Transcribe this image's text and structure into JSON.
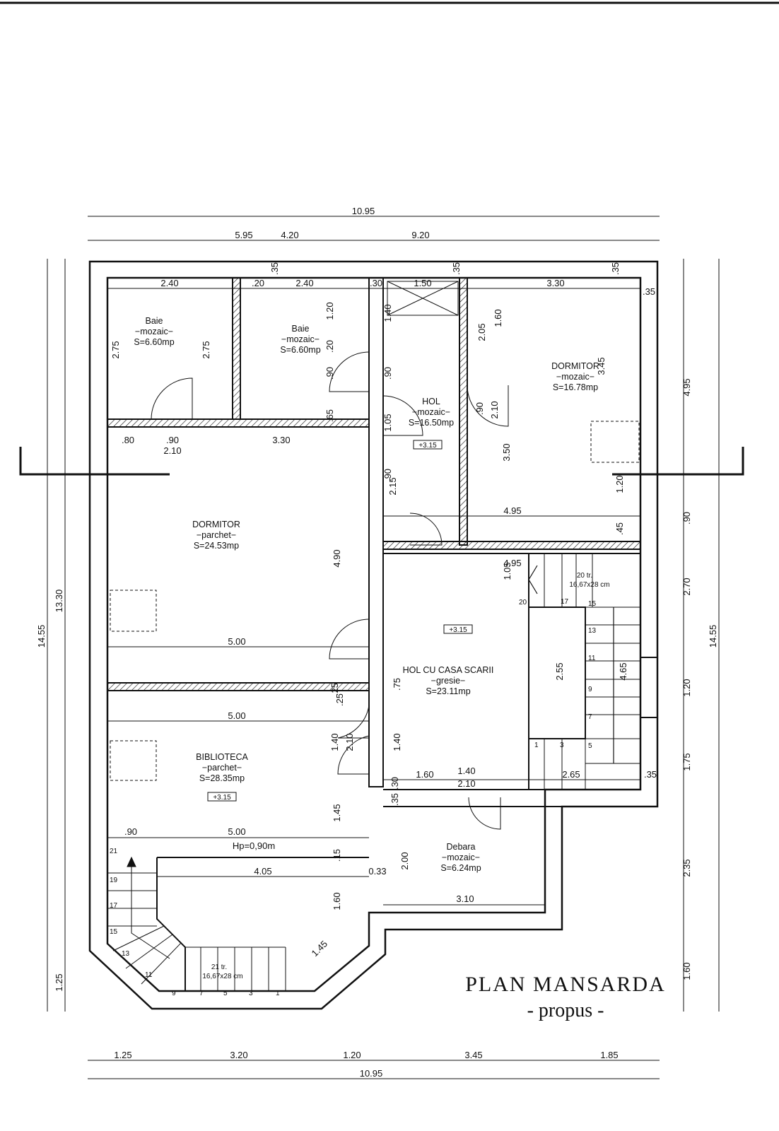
{
  "drawing": {
    "title": "PLAN  MANSARDA",
    "subtitle": "- propus -"
  },
  "rooms": [
    {
      "name": "Baie",
      "finish": "−mozaic−",
      "area": "S=6.60mp"
    },
    {
      "name": "Baie",
      "finish": "−mozaic−",
      "area": "S=6.60mp"
    },
    {
      "name": "HOL",
      "finish": "−mozaic−",
      "area": "S=16.50mp"
    },
    {
      "name": "DORMITOR",
      "finish": "−mozaic−",
      "area": "S=16.78mp"
    },
    {
      "name": "DORMITOR",
      "finish": "−parchet−",
      "area": "S=24.53mp"
    },
    {
      "name": "HOL  CU  CASA  SCARII",
      "finish": "−gresie−",
      "area": "S=23.11mp"
    },
    {
      "name": "BIBLIOTECA",
      "finish": "−parchet−",
      "area": "S=28.35mp"
    },
    {
      "name": "Debara",
      "finish": "−mozaic−",
      "area": "S=6.24mp"
    }
  ],
  "levels": [
    "+3.15",
    "+3.15",
    "+3.15"
  ],
  "stairs": [
    {
      "steps": "20  tr.",
      "size": "16,67x28  cm"
    },
    {
      "steps": "21  tr.",
      "size": "16,67x28  cm"
    }
  ],
  "notes": {
    "hp": "Hp=0,90m"
  },
  "step_numbers_right": [
    "20",
    "17",
    "15",
    "13",
    "11",
    "9",
    "7",
    "5",
    "1",
    "3"
  ],
  "step_numbers_left": [
    "21",
    "19",
    "17",
    "15",
    "13",
    "11",
    "9",
    "7",
    "5",
    "3",
    "1"
  ],
  "dimensions": {
    "top_total": "10.95",
    "top_a": "5.95",
    "top_b": "4.20",
    "top_c": "9.20",
    "bottom_total": "10.95",
    "bottom": [
      "1.25",
      "3.20",
      "1.20",
      "3.45",
      "1.85"
    ],
    "left_outer": "14.55",
    "left_inner": "13.30",
    "left_bottom": "1.25",
    "right_outer": "14.55",
    "right": [
      "4.95",
      ".90",
      "2.70",
      "1.20",
      "1.75",
      "2.35",
      "1.60"
    ],
    "interior": {
      "d01": "2.40",
      "d02": ".20",
      "d03": "2.40",
      "d04": ".30",
      "d05": "1.50",
      "d06": "3.30",
      "d07": ".35",
      "d08": ".35",
      "d09": ".35",
      "d10": ".35",
      "d11": "2.75",
      "d12": "2.75",
      "d13": "1.20",
      "d14": "1.40",
      "d15": "1.60",
      "d16": "2.05",
      "d17": "3.45",
      "d18": ".20",
      "d19": ".90",
      "d20": ".90",
      "d21": ".90",
      "d22": "2.10",
      "d23": ".65",
      "d24": "1.05",
      "d25": ".80",
      "d26": ".90",
      "d27": "3.30",
      "d28": "2.10",
      "d29": "3.50",
      "d30": "2.15",
      "d31": ".90",
      "d32": "1.20",
      "d33": "4.95",
      "d34": ".45",
      "d35": "4.90",
      "d36": "4.95",
      "d37": "1.05",
      "d38": "5.00",
      "d39": "2.55",
      "d40": "4.65",
      "d41": ".25",
      "d42": ".25",
      "d43": ".75",
      "d44": "5.00",
      "d45": "1.40",
      "d46": "2.10",
      "d47": "1.40",
      "d48": "1.60",
      "d49": "1.40",
      "d50": "2.10",
      "d51": "2.65",
      "d52": ".35",
      "d53": ".30",
      "d54": ".35",
      "d55": "1.45",
      "d56": ".90",
      "d57": "5.00",
      "d58": ".15",
      "d59": "4.05",
      "d60": "0.33",
      "d61": "2.00",
      "d62": "3.10",
      "d63": "1.60",
      "d64": "1.45"
    }
  }
}
